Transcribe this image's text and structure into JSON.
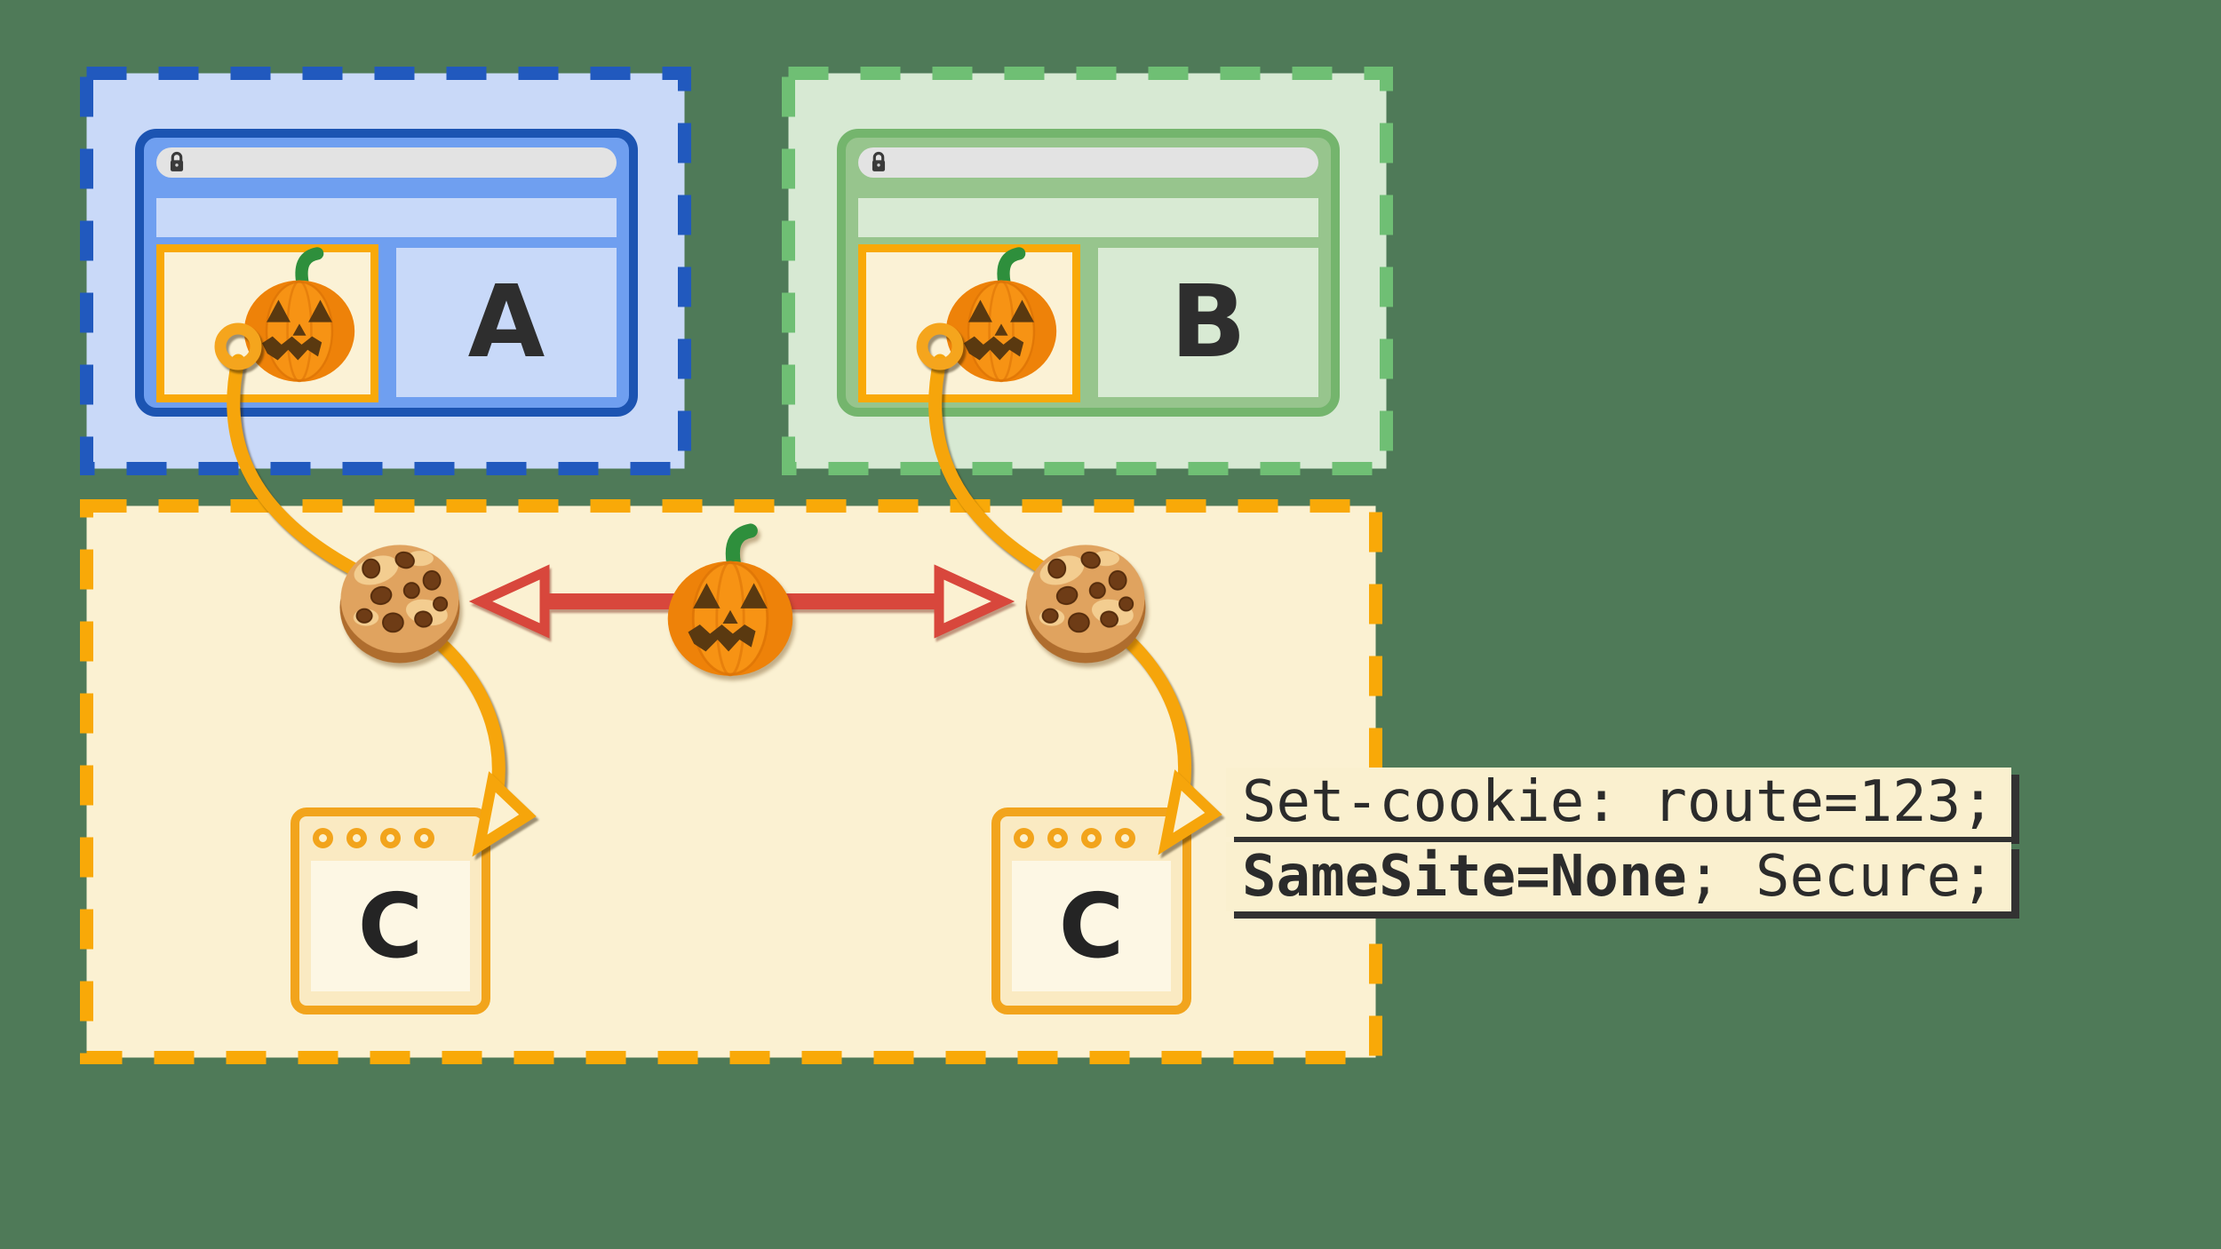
{
  "background_color": "#4F7A58",
  "site_a": {
    "label": "A",
    "dash_color": "#2159BE",
    "fill": "#C9D9F8",
    "window_border": "#1C54B2",
    "window_fill": "#6F9FF0",
    "band_fill": "#C8D9F9"
  },
  "site_b": {
    "label": "B",
    "dash_color": "#6FBF74",
    "fill": "#D7E9D3",
    "window_border": "#74B56D",
    "window_fill": "#97C58D",
    "band_fill": "#D8EAD3"
  },
  "third_party": {
    "dash_color": "#F9A908",
    "fill": "#FBF1D2",
    "server_left_label": "C",
    "server_right_label": "C",
    "server_border_color": "#F2A41C",
    "server_title_fill": "#FAEAC2",
    "server_content_fill": "#FDF7E4"
  },
  "cookie_header": {
    "line1": "Set-cookie: route=123;",
    "line2_bold": "SameSite=None",
    "line2_rest": "; Secure;"
  },
  "accents": {
    "iframe_border": "#F9A908",
    "flow_arrow_orange": "#F6A50B",
    "exchange_arrow_red": "#D8473C",
    "url_bar_gray": "#E3E3E3",
    "letter_color": "#2E2E2E"
  },
  "icons": {
    "lock": "padlock-icon",
    "pumpkin": "jack-o-lantern-icon",
    "cookie": "chocolate-chip-cookie-icon",
    "ring": "anchor-ring-icon",
    "red_arrow": "double-headed-exchange-arrow",
    "flow_arrow": "curved-flow-arrow"
  }
}
